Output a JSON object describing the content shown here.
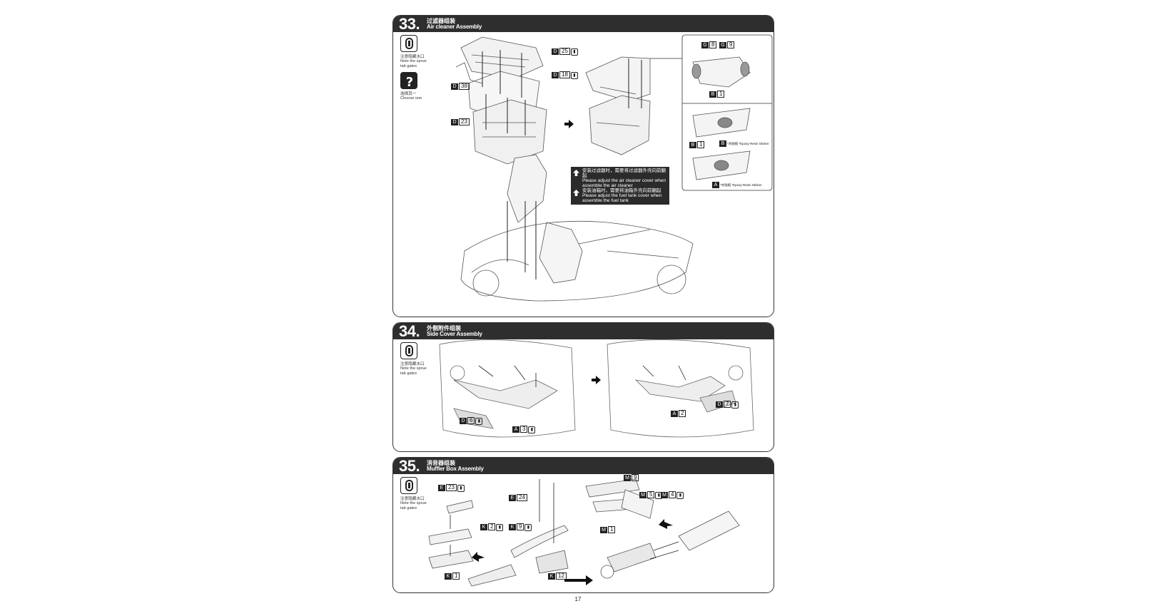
{
  "page_number": "17",
  "steps": [
    {
      "number": "33.",
      "title_zh": "过滤器组装",
      "title_en": "Air cleaner Assembly",
      "icons": [
        {
          "icon": "sprue-gate-icon",
          "zh": "注意隐藏水口",
          "en1": "Note the sprue",
          "en2": "tab gates"
        },
        {
          "icon": "question-icon",
          "zh": "选择其一",
          "en1": "Choose one"
        }
      ],
      "parts": [
        {
          "letter": "D",
          "num": "25"
        },
        {
          "letter": "D",
          "num": "18"
        },
        {
          "letter": "D",
          "num": "38"
        },
        {
          "letter": "D",
          "num": "23"
        },
        {
          "letter": "G",
          "num": "8"
        },
        {
          "letter": "G",
          "num": "9"
        },
        {
          "letter": "B",
          "num": "1"
        },
        {
          "letter": "B",
          "num": "1"
        }
      ],
      "decals": [
        {
          "letter": "B",
          "zh": "*水贴纸",
          "en": "*Epoxy Resin Sticker"
        },
        {
          "letter": "A",
          "zh": "*水贴纸",
          "en": "*Epoxy Resin Sticker"
        }
      ],
      "notes": [
        {
          "zh": "安装过滤器时，需要将过滤器外壳向前翻起",
          "en1": "Please adjust the air cleaner cover when",
          "en2": "assemble the air cleaner"
        },
        {
          "zh": "安装油箱时，需要将油箱外壳向前翻起",
          "en1": "Please adjust the fuel tank cover when",
          "en2": "assemble the fuel tank"
        }
      ]
    },
    {
      "number": "34.",
      "title_zh": "外侧附件组装",
      "title_en": "Side Cover Assembly",
      "icons": [
        {
          "icon": "sprue-gate-icon",
          "zh": "注意隐藏水口",
          "en1": "Note the sprue",
          "en2": "tab gates"
        }
      ],
      "parts": [
        {
          "letter": "D",
          "num": "6"
        },
        {
          "letter": "A",
          "num": "3"
        },
        {
          "letter": "A",
          "num": "2"
        },
        {
          "letter": "D",
          "num": "7"
        }
      ]
    },
    {
      "number": "35.",
      "title_zh": "消音器组装",
      "title_en": "Muffler Box Assembly",
      "icons": [
        {
          "icon": "sprue-gate-icon",
          "zh": "注意隐藏水口",
          "en1": "Note the sprue",
          "en2": "tab gates"
        }
      ],
      "parts": [
        {
          "letter": "E",
          "num": "23"
        },
        {
          "letter": "K",
          "num": "2"
        },
        {
          "letter": "K",
          "num": "1"
        },
        {
          "letter": "E",
          "num": "24"
        },
        {
          "letter": "K",
          "num": "9"
        },
        {
          "letter": "K",
          "num": "12"
        },
        {
          "letter": "M",
          "num": "9"
        },
        {
          "letter": "M",
          "num": "5"
        },
        {
          "letter": "M",
          "num": "4"
        },
        {
          "letter": "M",
          "num": "1"
        }
      ]
    }
  ]
}
